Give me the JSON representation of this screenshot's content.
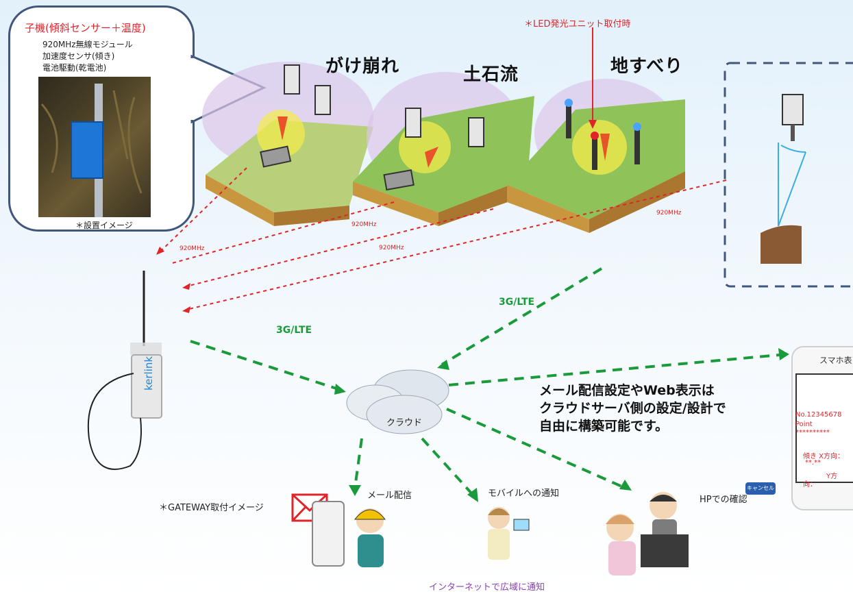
{
  "bubble": {
    "title": "子機(傾斜センサー＋温度)",
    "lines": [
      "920MHz無線モジュール",
      "加速度センサ(傾き)",
      "電池駆動(乾電池)"
    ],
    "caption": "＊設置イメージ"
  },
  "led_note": "＊LED発光ユニット取付時",
  "hazards": [
    "がけ崩れ",
    "土石流",
    "地すべり"
  ],
  "freq_label": "920MHz",
  "network_label": "3G/LTE",
  "gateway_caption": "＊GATEWAY取付イメージ",
  "gateway_brand": "kerlink",
  "cloud_label": "クラウド",
  "message": [
    "メール配信設定やWeb表示は",
    "クラウドサーバ側の設定/設計で",
    "自由に構築可能です。"
  ],
  "notifications": {
    "mail": "メール配信",
    "mobile": "モバイルへの通知",
    "hp": "HPでの確認"
  },
  "internet_note": "インターネットで広域に通知",
  "phone": {
    "title": "スマホ表",
    "lines": [
      "No.12345678",
      "Point",
      "**********",
      "傾き X方向：",
      "**.**",
      "Y方",
      "向："
    ],
    "cancel_label": "キャンセル"
  },
  "colors": {
    "red": "#e0242a",
    "green": "#1a9a3a",
    "frame": "#40567a",
    "purple": "#8a3fb0"
  }
}
